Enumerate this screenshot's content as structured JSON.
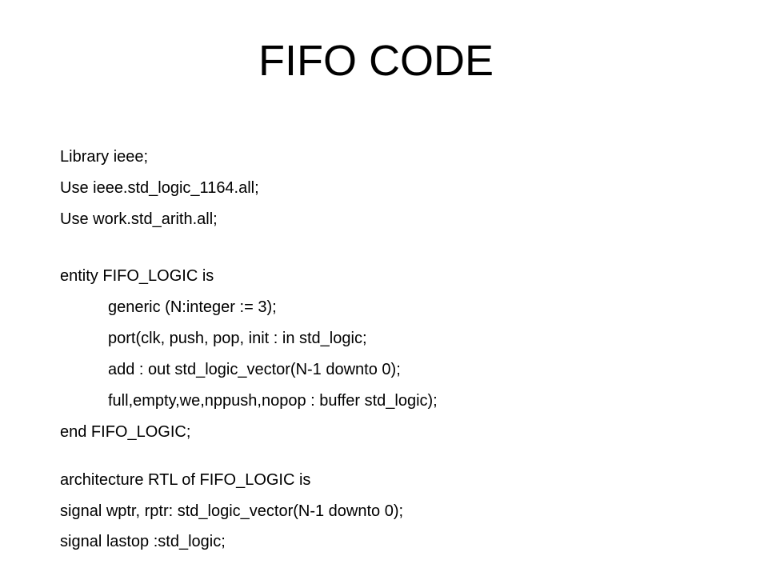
{
  "slide": {
    "title": "FIFO CODE",
    "lines": [
      {
        "text": "Library ieee;",
        "indent": 0
      },
      {
        "text": "Use ieee.std_logic_1164.all;",
        "indent": 0
      },
      {
        "text": "Use work.std_arith.all;",
        "indent": 0
      },
      {
        "text": "entity FIFO_LOGIC is",
        "indent": 0
      },
      {
        "text": "generic (N:integer := 3);",
        "indent": 1
      },
      {
        "text": "port(clk, push, pop, init : in std_logic;",
        "indent": 1
      },
      {
        "text": "add : out std_logic_vector(N-1 downto 0);",
        "indent": 1
      },
      {
        "text": "full,empty,we,nppush,nopop : buffer std_logic);",
        "indent": 1
      },
      {
        "text": "end FIFO_LOGIC;",
        "indent": 0
      },
      {
        "text": "architecture RTL of FIFO_LOGIC is",
        "indent": 0
      },
      {
        "text": "signal wptr, rptr: std_logic_vector(N-1 downto 0);",
        "indent": 0
      },
      {
        "text": "signal lastop :std_logic;",
        "indent": 0
      }
    ]
  }
}
